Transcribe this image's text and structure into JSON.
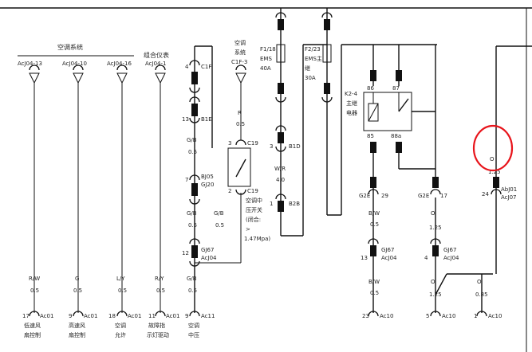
{
  "colors": {
    "line": "#111111",
    "highlight": "#e8141b"
  },
  "header": {
    "ac_system": "空调系统",
    "combo_meter": "组合仪表"
  },
  "top_connectors": [
    "AcJ04-13",
    "AcJ04-10",
    "AcJ04-16",
    "AcJ04-1"
  ],
  "ac_switch": {
    "title1": "空调",
    "title2": "系统",
    "id": "C1F-3",
    "wire_code": "R",
    "wire_size": "0.5"
  },
  "fuses": [
    {
      "id": "F1/18",
      "name": "EMS",
      "rating": "40A"
    },
    {
      "id": "F2/23",
      "name": "EMS主",
      "name2": "继",
      "rating": "30A"
    }
  ],
  "relay": {
    "id": "K2-4",
    "name1": "主继",
    "name2": "电器",
    "pins": [
      "86",
      "87",
      "85",
      "88a"
    ]
  },
  "connectors": {
    "c1f": "C1F",
    "c1f_pin": "4",
    "b1e": "B1E",
    "b1e_pin": "13",
    "c19a": "C19",
    "c19a_pin": "3",
    "bj05": "BJ05",
    "gj20": "GJ20",
    "bj05_pin": "7",
    "c19b": "C19",
    "c19b_pin": "2",
    "gj67a": "GJ67",
    "acj04a": "AcJ04",
    "gj67a_pin": "12",
    "b1d": "B1D",
    "b1d_pin": "3",
    "b2b": "B2B",
    "b2b_pin": "1",
    "g2e_a": "G2E",
    "g2e_a_pin": "29",
    "g2e_b": "G2E",
    "g2e_b_pin": "17",
    "gj67b": "GJ67",
    "acj04b": "AcJ04",
    "gj67b_pin": "13",
    "gj67c": "GJ67",
    "acj04c": "AcJ04",
    "gj67c_pin": "4",
    "abj01": "AbJ01",
    "acj07": "AcJ07",
    "abj01_pin": "24"
  },
  "wires": {
    "gb": "G/B",
    "r": "R",
    "wr": "W/R",
    "bw": "B/W",
    "o": "O",
    "rw": "R/W",
    "g": "G",
    "ly": "L/Y",
    "ry": "R/Y",
    "s05": "0.5",
    "s40": "4.0",
    "s125": "1.25",
    "s085": "0.85"
  },
  "pressure_switch": {
    "l1": "空调中",
    "l2": "压开关",
    "l3": "(闭合:",
    "l4": ">",
    "l5": "1.47Mpa)"
  },
  "bottom_connectors": [
    {
      "pin": "17",
      "id": "Ac01",
      "label1": "低速风",
      "label2": "扇控制"
    },
    {
      "pin": "9",
      "id": "Ac01",
      "label1": "高速风",
      "label2": "扇控制"
    },
    {
      "pin": "18",
      "id": "Ac01",
      "label1": "空调",
      "label2": "允许"
    },
    {
      "pin": "11",
      "id": "Ac01",
      "label1": "故障指",
      "label2": "示灯驱动"
    },
    {
      "pin": "9",
      "id": "Ac11",
      "label1": "空调",
      "label2": "中压"
    },
    {
      "pin": "23",
      "id": "Ac10"
    },
    {
      "pin": "5",
      "id": "Ac10"
    },
    {
      "pin": "1",
      "id": "Ac10"
    }
  ]
}
